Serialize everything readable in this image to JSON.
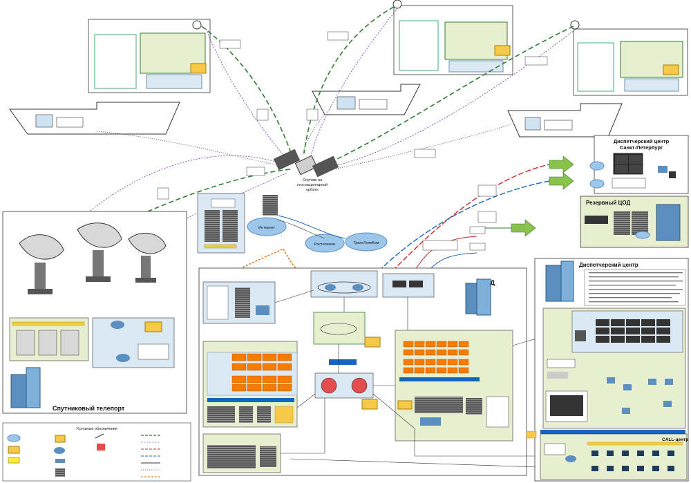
{
  "satellite": {
    "label_line1": "Спутник на",
    "label_line2": "геостационарной",
    "label_line3": "орбите"
  },
  "teleport": {
    "title": "Спутниковый телепорт"
  },
  "dispatch_spb": {
    "title_line1": "Диспетчерский центр",
    "title_line2": "Санкт-Петербург"
  },
  "reserve_dc": {
    "title": "Резервный ЦОД"
  },
  "main_dc": {
    "title": "ЦОД"
  },
  "dispatch_center": {
    "title": "Диспетчерский центр"
  },
  "call_center": {
    "title": "CALL-центр"
  },
  "legend": {
    "title": "Условные обозначения"
  },
  "clouds": {
    "internet": "Интернет",
    "rostelecom": "Ростелеком",
    "transtelecom": "ТрансТелеКом"
  },
  "colors": {
    "green_link": "#2e7d32",
    "red_link": "#c62828",
    "blue_link": "#1565c0",
    "orange_link": "#ef6c00",
    "zone_green": "#e8efd0",
    "zone_blue": "#dbe9f4",
    "server_orange": "#f57c00"
  }
}
